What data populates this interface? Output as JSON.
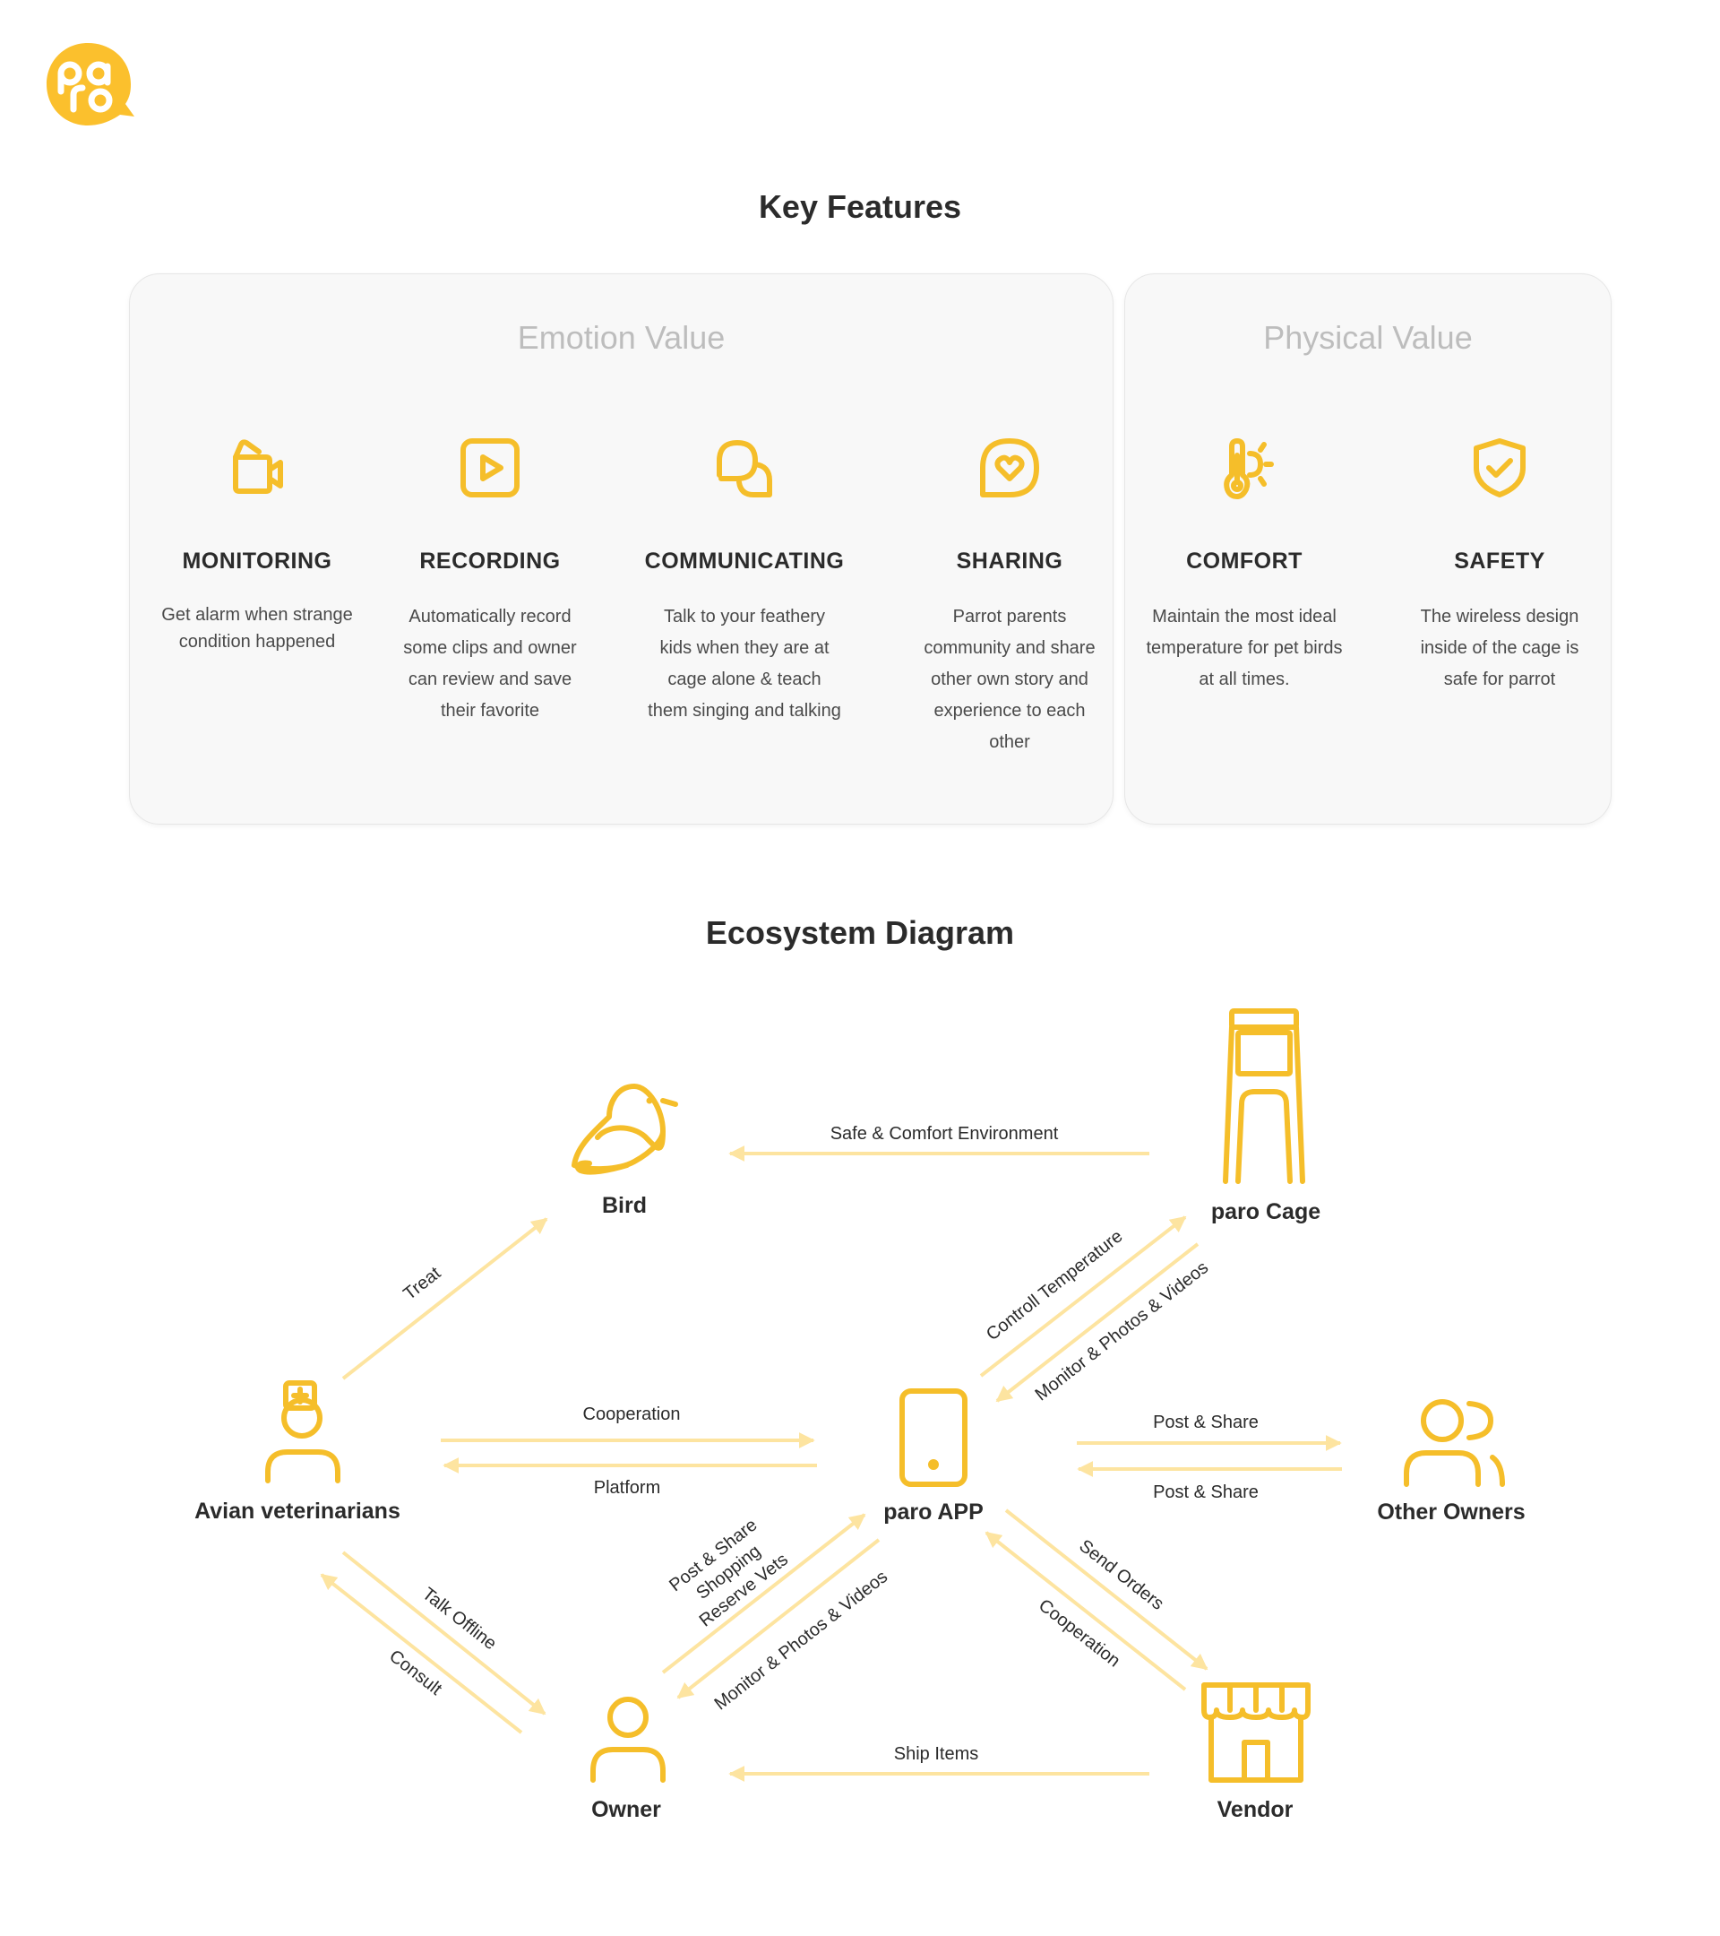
{
  "brand": {
    "logo_text": "paro",
    "color": "#fbc02d"
  },
  "colors": {
    "accent": "#f5be2a",
    "arrow": "#fde4a0",
    "card_bg": "#f8f8f8",
    "muted_title": "#bdbdbd"
  },
  "key_features": {
    "title": "Key Features",
    "emotion": {
      "title": "Emotion Value",
      "items": [
        {
          "icon": "video-camera-icon",
          "title": "MONITORING",
          "desc": "Get alarm when strange condition happened"
        },
        {
          "icon": "play-button-icon",
          "title": "RECORDING",
          "desc": "Automatically record some clips and owner can review and save their favorite"
        },
        {
          "icon": "chat-bubbles-icon",
          "title": "COMMUNICATING",
          "desc": "Talk to your feathery kids when they are at cage alone & teach them singing and talking"
        },
        {
          "icon": "heart-bubble-icon",
          "title": "SHARING",
          "desc": "Parrot parents community and share other own story and experience to each other"
        }
      ]
    },
    "physical": {
      "title": "Physical Value",
      "items": [
        {
          "icon": "thermometer-sun-icon",
          "title": "COMFORT",
          "desc": "Maintain the most ideal temperature for pet birds at all times."
        },
        {
          "icon": "shield-check-icon",
          "title": "SAFETY",
          "desc": "The wireless design inside of the cage is safe for parrot"
        }
      ]
    }
  },
  "ecosystem": {
    "title": "Ecosystem Diagram",
    "nodes": {
      "bird": "Bird",
      "cage": "paro Cage",
      "vet": "Avian veterinarians",
      "app": "paro APP",
      "others": "Other Owners",
      "owner": "Owner",
      "vendor": "Vendor"
    },
    "edges": {
      "cage_bird": "Safe & Comfort Environment",
      "vet_bird": "Treat",
      "app_cage": "Controll Temperature",
      "cage_app": "Monitor & Photos & Videos",
      "vet_app": "Cooperation",
      "app_vet": "Platform",
      "app_others": "Post & Share",
      "others_app": "Post & Share",
      "vet_owner": "Talk Offline",
      "owner_vet": "Consult",
      "owner_app_1": "Post & Share",
      "owner_app_2": "Shopping",
      "owner_app_3": "Reserve Vets",
      "app_owner": "Monitor & Photos & Videos",
      "app_vendor": "Send Orders",
      "vendor_app": "Cooperation",
      "vendor_owner": "Ship Items"
    }
  }
}
